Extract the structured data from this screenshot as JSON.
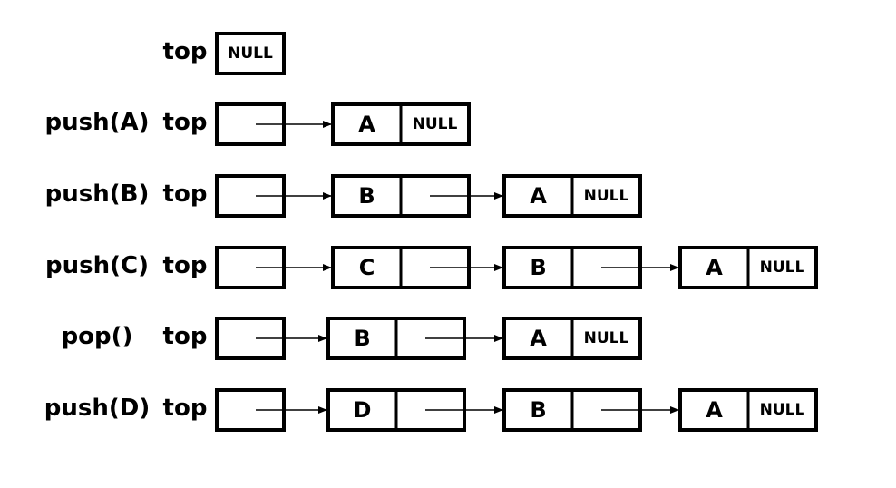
{
  "top_label": "top",
  "null_label": "NULL",
  "rows": [
    {
      "op": "",
      "nodes": []
    },
    {
      "op": "push(A)",
      "nodes": [
        "A"
      ]
    },
    {
      "op": "push(B)",
      "nodes": [
        "B",
        "A"
      ]
    },
    {
      "op": "push(C)",
      "nodes": [
        "C",
        "B",
        "A"
      ]
    },
    {
      "op": "pop()",
      "nodes": [
        "B",
        "A"
      ]
    },
    {
      "op": "push(D)",
      "nodes": [
        "D",
        "B",
        "A"
      ]
    }
  ]
}
